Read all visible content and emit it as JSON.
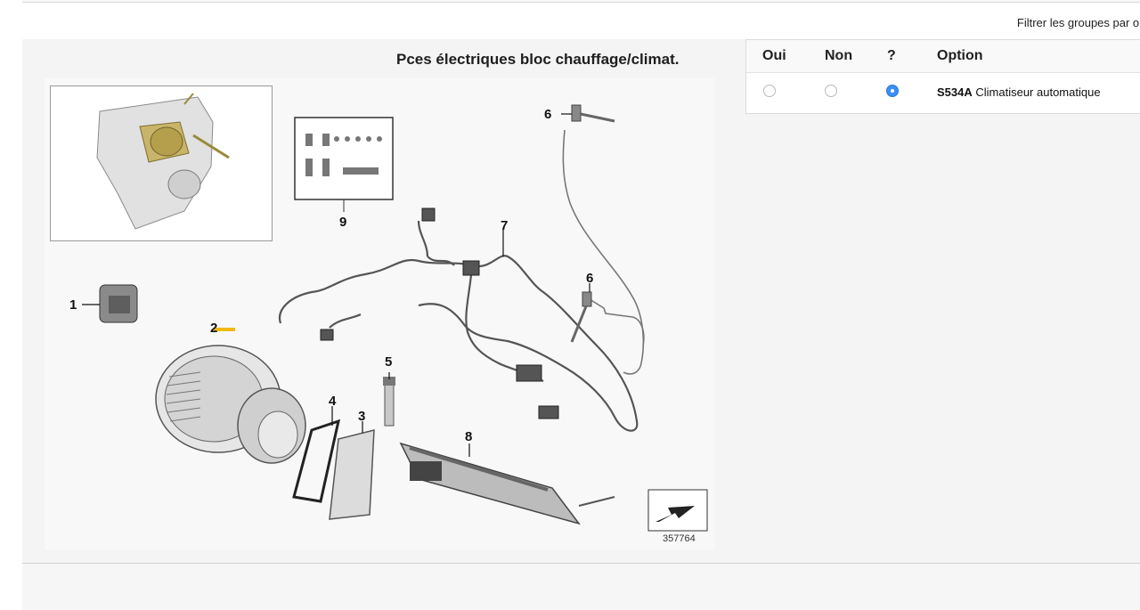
{
  "header": {
    "filter_label": "Filtrer les groupes par opt"
  },
  "diagram": {
    "title": "Pces électriques bloc chauffage/climat.",
    "image_number": "357764",
    "callouts": [
      "1",
      "2",
      "3",
      "4",
      "5",
      "6",
      "6",
      "7",
      "8",
      "9"
    ]
  },
  "options_table": {
    "headers": {
      "yes": "Oui",
      "no": "Non",
      "unknown": "?",
      "option": "Option"
    },
    "rows": [
      {
        "code": "S534A",
        "label": "Climatiseur automatique",
        "selected": "?"
      }
    ]
  },
  "colors": {
    "accent": "#3b8ff6",
    "highlight": "#f2b90f"
  }
}
